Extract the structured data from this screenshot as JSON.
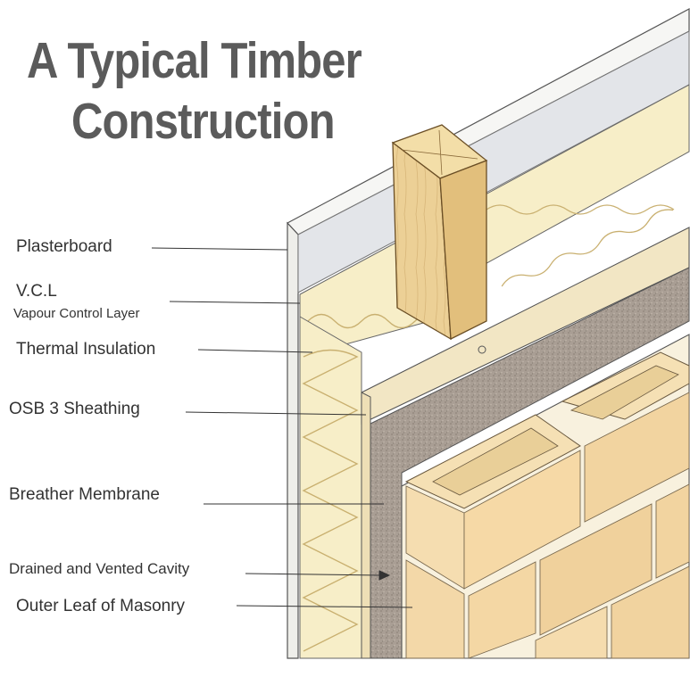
{
  "title": {
    "line1": "A Typical Timber",
    "line2": "Construction"
  },
  "labels": {
    "plasterboard": "Plasterboard",
    "vcl": "V.C.L",
    "vcl_full": "Vapour Control Layer",
    "thermal_insulation": "Thermal Insulation",
    "osb": "OSB 3 Sheathing",
    "breather": "Breather Membrane",
    "cavity": "Drained and Vented Cavity",
    "masonry": "Outer Leaf of Masonry"
  },
  "colors": {
    "title": "#5b5b5b",
    "text": "#333333",
    "plasterboard": "#f4f4f2",
    "vcl": "#e4e6ea",
    "insulation": "#f7eec8",
    "timber": "#eccf92",
    "osb": "#f2e6c4",
    "membrane": "#a99e94",
    "brick": "#f3d9a7",
    "mortar": "#f8f1de"
  }
}
